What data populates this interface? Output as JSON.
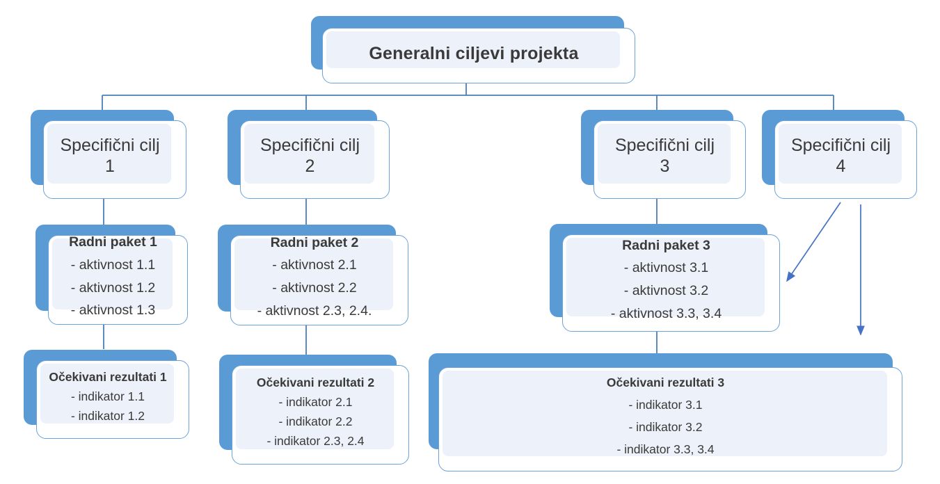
{
  "diagram": {
    "root": {
      "label": "Generalni ciljevi projekta"
    },
    "specific_goals": [
      {
        "line1": "Specifični cilj",
        "line2": "1"
      },
      {
        "line1": "Specifični cilj",
        "line2": "2"
      },
      {
        "line1": "Specifični cilj",
        "line2": "3"
      },
      {
        "line1": "Specifični cilj",
        "line2": "4"
      }
    ],
    "work_packages": [
      {
        "title": "Radni paket 1",
        "items": [
          "- aktivnost 1.1",
          "- aktivnost 1.2",
          "- aktivnost 1.3"
        ]
      },
      {
        "title": "Radni paket 2",
        "items": [
          "- aktivnost 2.1",
          "- aktivnost 2.2",
          "- aktivnost 2.3, 2.4."
        ]
      },
      {
        "title": "Radni paket 3",
        "items": [
          "- aktivnost 3.1",
          "- aktivnost 3.2",
          "- aktivnost 3.3, 3.4"
        ]
      }
    ],
    "expected_results": [
      {
        "title": "Očekivani rezultati 1",
        "items": [
          "- indikator 1.1",
          "- indikator 1.2"
        ]
      },
      {
        "title": "Očekivani rezultati 2",
        "items": [
          "- indikator 2.1",
          "- indikator 2.2",
          "- indikator 2.3, 2.4"
        ]
      },
      {
        "title": "Očekivani rezultati 3",
        "items": [
          "- indikator 3.1",
          "- indikator 3.2",
          "- indikator 3.3, 3.4"
        ]
      }
    ],
    "colors": {
      "shadow_blue": "#5b9bd5",
      "border_blue": "#6ba2da",
      "panel_fill": "#edf1f9",
      "connector_blue": "#4a7ebb",
      "arrow_blue": "#4472c4",
      "text": "#3a3a3a",
      "background": "#ffffff"
    }
  }
}
